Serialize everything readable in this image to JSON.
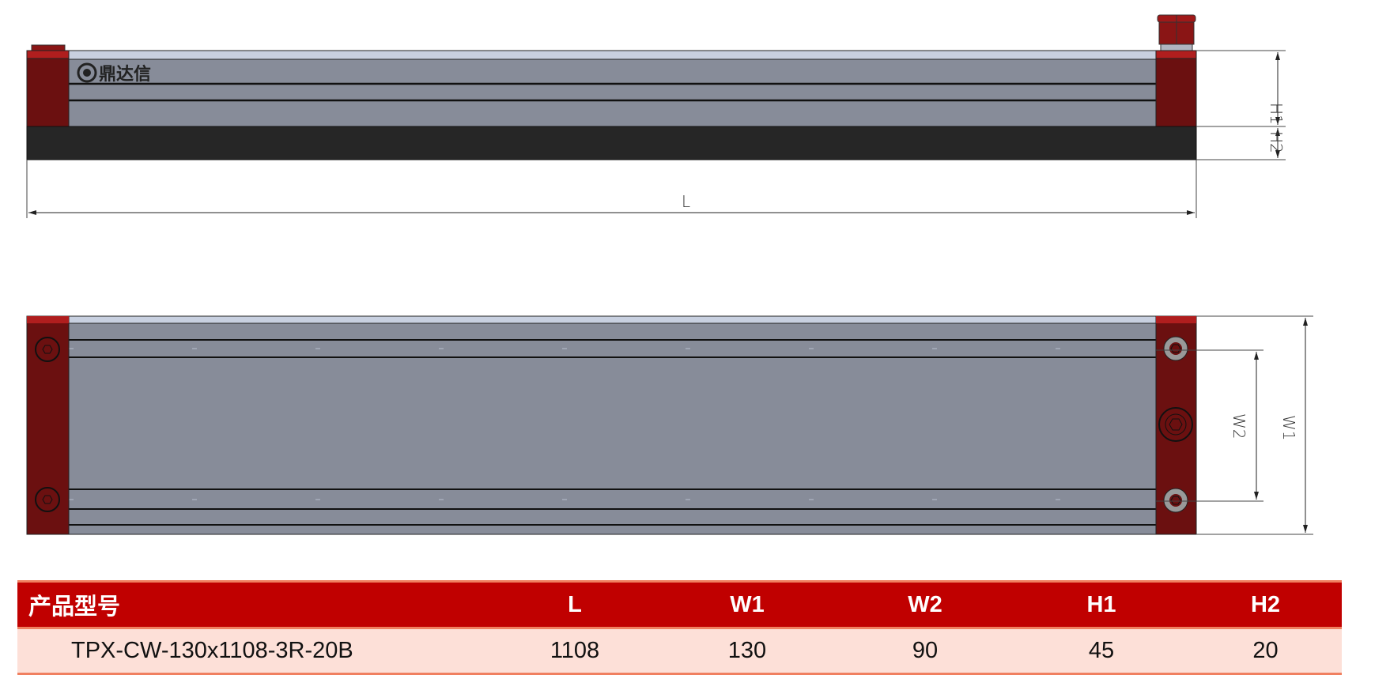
{
  "drawing": {
    "logo_text": "鼎达信",
    "dim_labels": {
      "L": "L",
      "H1": "H1",
      "H2": "H2",
      "W1": "W1",
      "W2": "W2"
    }
  },
  "colors": {
    "cap": "#6b1010",
    "body": "#878c99",
    "base": "#262626",
    "header": "#c00000",
    "row": "#fde0d8"
  },
  "table": {
    "headers": [
      "产品型号",
      "L",
      "W1",
      "W2",
      "H1",
      "H2"
    ],
    "rows": [
      [
        "TPX-CW-130x1108-3R-20B",
        "1108",
        "130",
        "90",
        "45",
        "20"
      ]
    ]
  }
}
